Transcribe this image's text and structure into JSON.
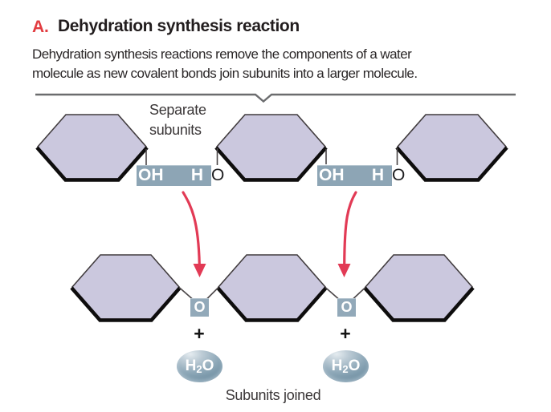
{
  "header": {
    "label": "A.",
    "title": "Dehydration synthesis reaction",
    "description_line1": "Dehydration synthesis reactions remove the components of a water",
    "description_line2": "molecule as new covalent bonds join subunits into a larger molecule."
  },
  "top_row": {
    "caption_line1": "Separate",
    "caption_line2": "subunits",
    "bonds": [
      {
        "hydroxyl": "OH",
        "hydrogen": "H",
        "oxygen": "O"
      },
      {
        "hydroxyl": "OH",
        "hydrogen": "H",
        "oxygen": "O"
      }
    ]
  },
  "bottom_row": {
    "junctions": [
      {
        "oxygen": "O",
        "plus": "+",
        "water_h": "H",
        "water_sub": "2",
        "water_o": "O"
      },
      {
        "oxygen": "O",
        "plus": "+",
        "water_h": "H",
        "water_sub": "2",
        "water_o": "O"
      }
    ],
    "caption": "Subunits joined"
  },
  "colors": {
    "accent_red": "#e23c40",
    "arrow_red": "#e23a55",
    "hexagon_fill": "#cbc8de",
    "hexagon_outline": "#413c3e",
    "hexagon_shadow": "#0e0d0d",
    "bond_box_blue": "#8da5b5",
    "water_drop_blue": "#7e9aac",
    "divider_gray": "#6b6c6e",
    "text_black": "#221d1e"
  }
}
